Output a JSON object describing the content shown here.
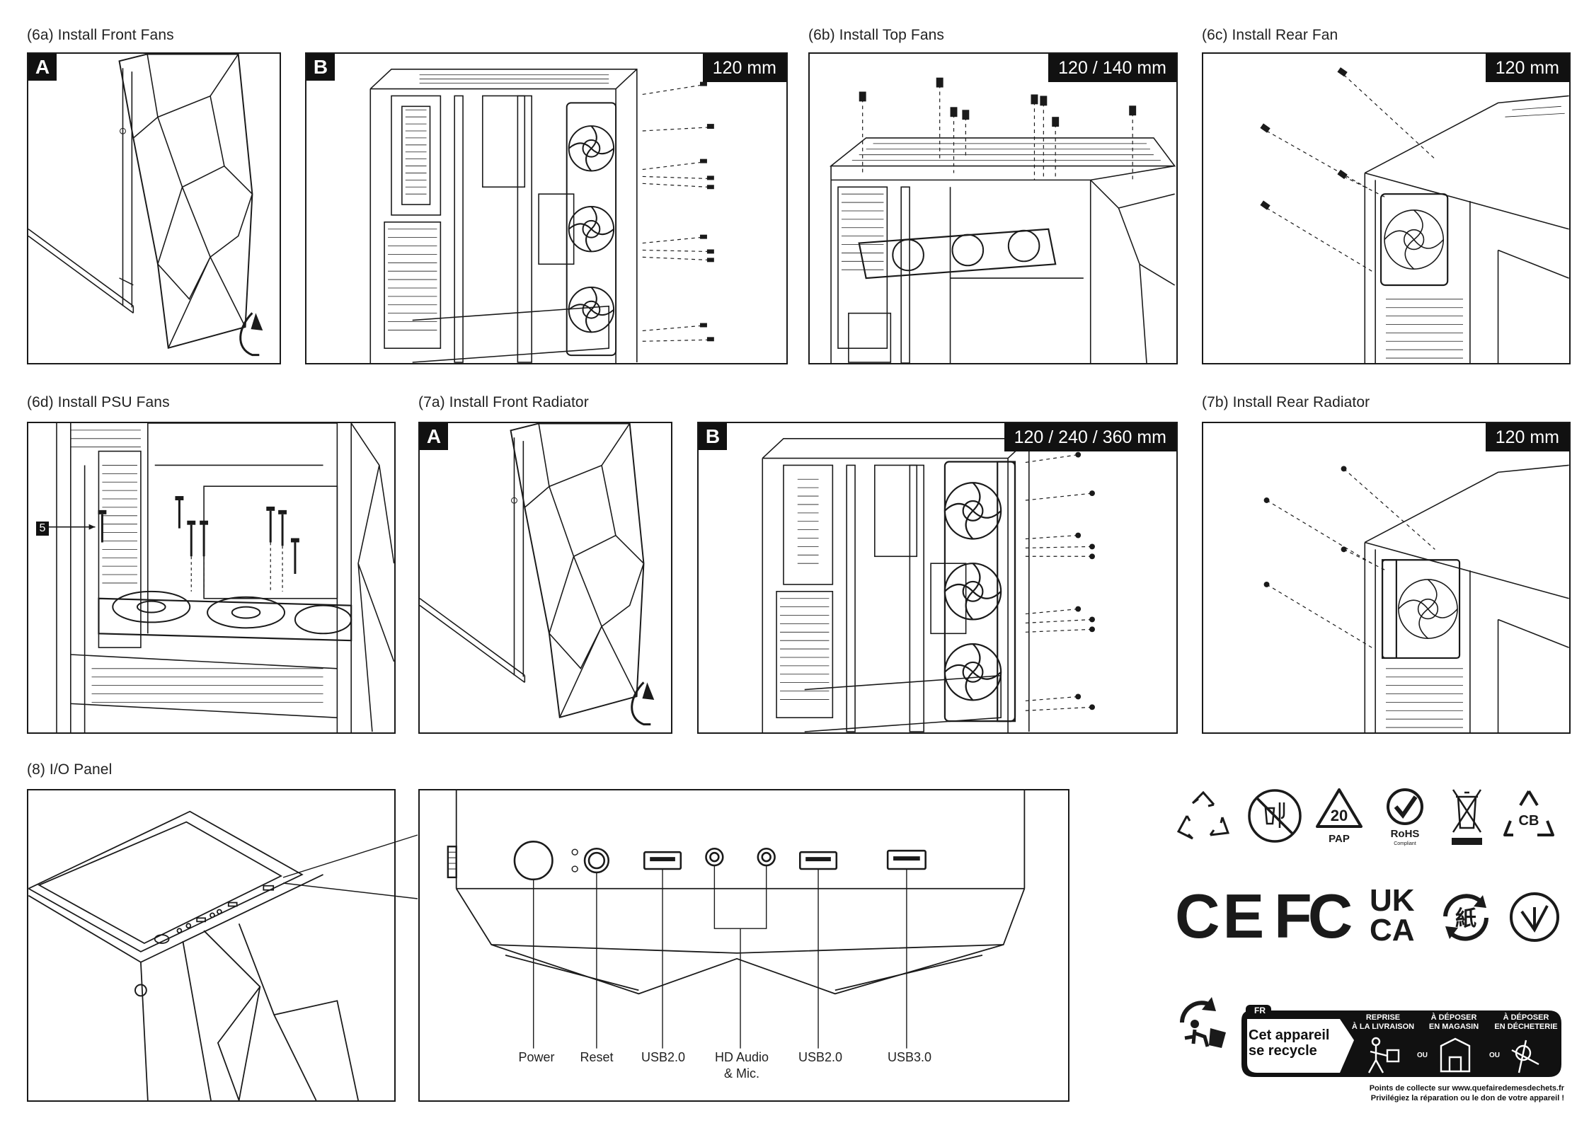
{
  "sections": {
    "s6a": "(6a) Install Front Fans",
    "s6b": "(6b) Install Top Fans",
    "s6c": "(6c) Install Rear Fan",
    "s6d": "(6d) Install PSU Fans",
    "s7a": "(7a) Install Front Radiator",
    "s7b": "(7b) Install Rear Radiator",
    "s8": "(8) I/O Panel"
  },
  "panels": {
    "p6a_letter": "A",
    "p6aB_letter": "B",
    "p6aB_size": "120 mm",
    "p6b_size": "120 / 140 mm",
    "p6c_size": "120 mm",
    "p6d_callout": "5",
    "p7a_letter": "A",
    "p7aB_letter": "B",
    "p7aB_size": "120 / 240 / 360 mm",
    "p7b_size": "120 mm"
  },
  "io_panel": {
    "labels": {
      "power": "Power",
      "reset": "Reset",
      "usb2_left": "USB2.0",
      "hd_audio_line1": "HD Audio",
      "hd_audio_line2": "& Mic.",
      "usb2_right": "USB2.0",
      "usb3": "USB3.0"
    }
  },
  "certifications": {
    "pap_number": "20",
    "pap_label": "PAP",
    "rohs_label": "RoHS",
    "rohs_sub": "Compliant",
    "cb_label": "CB",
    "ce": "CE",
    "fc": "FC",
    "ukca_top": "UK",
    "ukca_bottom": "CA",
    "paper_char": "紙"
  },
  "triman": {
    "country": "FR",
    "main_line1": "Cet appareil",
    "main_line2": "se recycle",
    "opt1_line1": "REPRISE",
    "opt1_line2": "À LA LIVRAISON",
    "opt2_line1": "À DÉPOSER",
    "opt2_line2": "EN MAGASIN",
    "opt3_line1": "À DÉPOSER",
    "opt3_line2": "EN DÉCHETERIE",
    "ou": "OU",
    "footer1": "Points de collecte sur www.quefairedemesdechets.fr",
    "footer2": "Privilégiez la réparation ou le don de votre appareil !"
  }
}
